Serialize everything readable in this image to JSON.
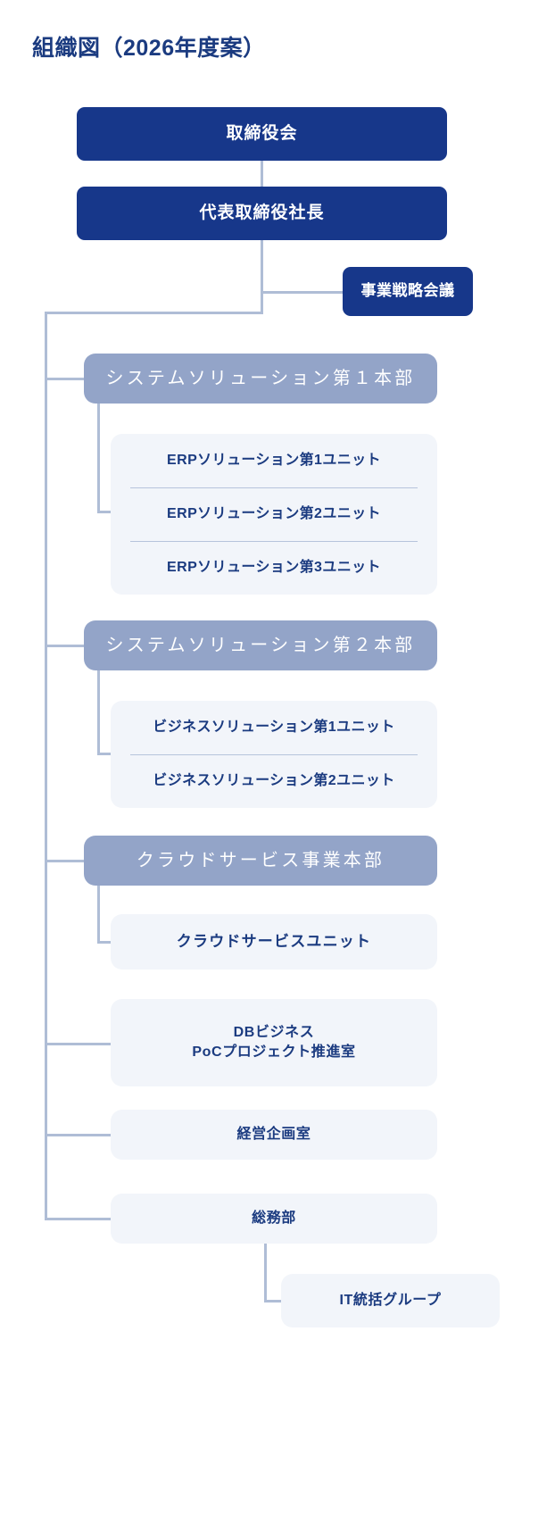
{
  "page": {
    "title": "組織図（2026年度案）",
    "colors": {
      "navy": "#17378A",
      "division": "#93A4C8",
      "leaf_bg": "#F2F5FA",
      "leaf_text": "#1B3B80",
      "connector": "#AFBDD6",
      "divider": "#B7C4DC",
      "background": "#FFFFFF"
    }
  },
  "chart_data": {
    "type": "diagram",
    "title": "組織図（2026年度案）",
    "nodes": [
      {
        "id": "board",
        "label": "取締役会",
        "level": 0,
        "style": "navy"
      },
      {
        "id": "president",
        "label": "代表取締役社長",
        "level": 1,
        "style": "navy"
      },
      {
        "id": "strategy",
        "label": "事業戦略会議",
        "level": 2,
        "style": "navy",
        "attached_to": "president"
      },
      {
        "id": "div1",
        "label": "システムソリューション第１本部",
        "level": 2,
        "style": "division",
        "parent": "president"
      },
      {
        "id": "div2",
        "label": "システムソリューション第２本部",
        "level": 2,
        "style": "division",
        "parent": "president"
      },
      {
        "id": "div3",
        "label": "クラウドサービス事業本部",
        "level": 2,
        "style": "division",
        "parent": "president"
      },
      {
        "id": "db",
        "label": "DBビジネス PoCプロジェクト推進室",
        "level": 2,
        "style": "leaf",
        "parent": "president"
      },
      {
        "id": "keiei",
        "label": "経営企画室",
        "level": 2,
        "style": "leaf",
        "parent": "president"
      },
      {
        "id": "soumu",
        "label": "総務部",
        "level": 2,
        "style": "leaf",
        "parent": "president"
      },
      {
        "id": "erp1",
        "label": "ERPソリューション第1ユニット",
        "level": 3,
        "style": "unit",
        "parent": "div1"
      },
      {
        "id": "erp2",
        "label": "ERPソリューション第2ユニット",
        "level": 3,
        "style": "unit",
        "parent": "div1"
      },
      {
        "id": "erp3",
        "label": "ERPソリューション第3ユニット",
        "level": 3,
        "style": "unit",
        "parent": "div1"
      },
      {
        "id": "biz1",
        "label": "ビジネスソリューション第1ユニット",
        "level": 3,
        "style": "unit",
        "parent": "div2"
      },
      {
        "id": "biz2",
        "label": "ビジネスソリューション第2ユニット",
        "level": 3,
        "style": "unit",
        "parent": "div2"
      },
      {
        "id": "cloud1",
        "label": "クラウドサービスユニット",
        "level": 3,
        "style": "leaf",
        "parent": "div3"
      },
      {
        "id": "itg",
        "label": "IT統括グループ",
        "level": 3,
        "style": "leaf",
        "parent": "soumu"
      }
    ]
  },
  "top": {
    "board": "取締役会",
    "president": "代表取締役社長",
    "strategy_meeting": "事業戦略会議"
  },
  "divisions": [
    {
      "name": "システムソリューション第１本部",
      "units": [
        "ERPソリューション第1ユニット",
        "ERPソリューション第2ユニット",
        "ERPソリューション第3ユニット"
      ]
    },
    {
      "name": "システムソリューション第２本部",
      "units": [
        "ビジネスソリューション第1ユニット",
        "ビジネスソリューション第2ユニット"
      ]
    },
    {
      "name": "クラウドサービス事業本部",
      "units": [
        "クラウドサービスユニット"
      ]
    }
  ],
  "departments": {
    "db_poc_line1": "DBビジネス",
    "db_poc_line2": "PoCプロジェクト推進室",
    "keiei": "経営企画室",
    "soumu": "総務部",
    "it_group": "IT統括グループ"
  }
}
